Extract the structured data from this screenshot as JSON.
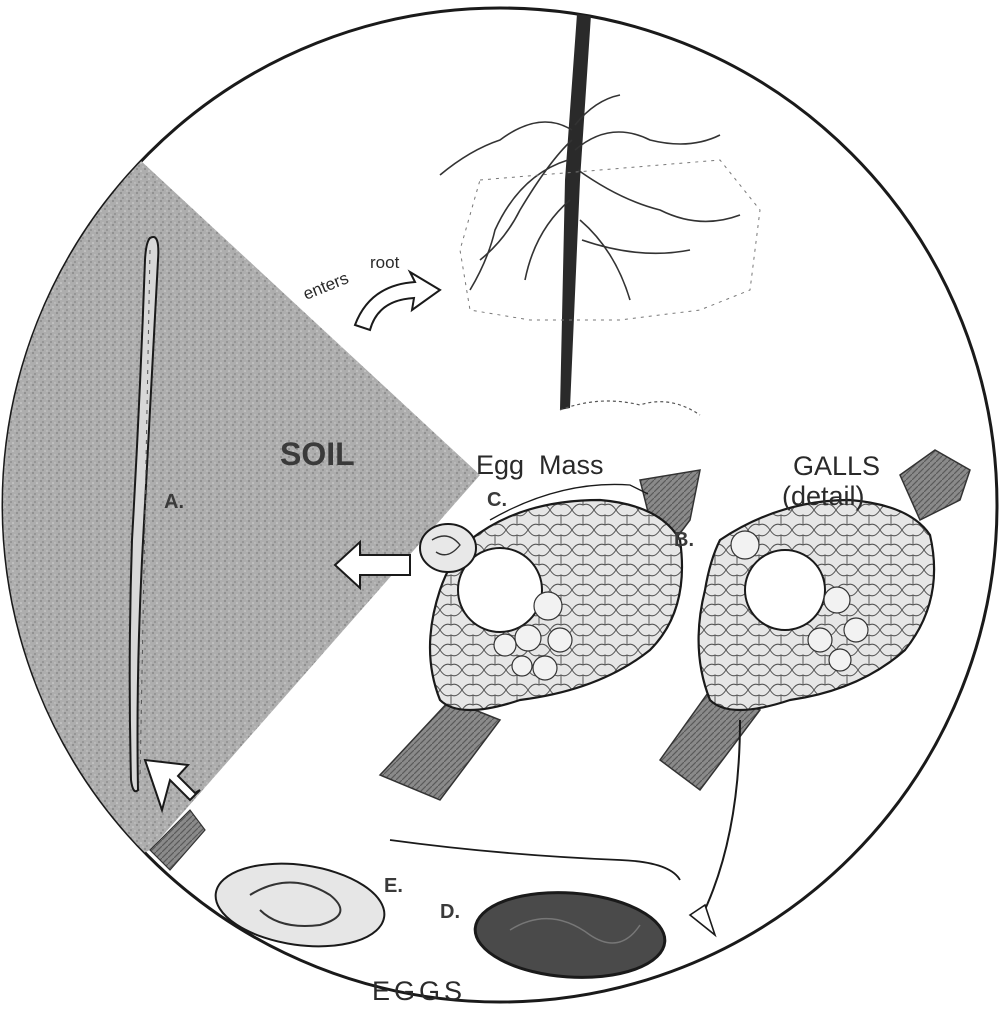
{
  "diagram": {
    "labels": {
      "enters": "enters",
      "root": "root",
      "soil": "SOIL",
      "egg_mass": "Egg  Mass",
      "galls_line1": "GALLS",
      "galls_line2": "(detail)",
      "eggs": "EGGS",
      "a": "A.",
      "b": "B.",
      "c": "C.",
      "d": "D.",
      "e": "E."
    },
    "colors": {
      "ink": "#1a1a1a",
      "soil": "#a8a8a8",
      "stem": "#7a7a7a",
      "gall_fill": "#dcdcdc",
      "egg_dark": "#4a4a4a"
    }
  }
}
